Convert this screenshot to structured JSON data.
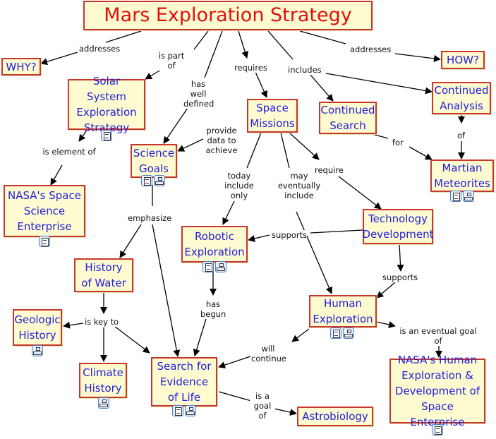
{
  "colors": {
    "node_fill": "#fffbd0",
    "node_border": "#c8372d",
    "node_text": "#1d1de0",
    "title_text": "#e01010"
  },
  "nodes": {
    "title": "Mars Exploration Strategy",
    "why": "WHY?",
    "how": "HOW?",
    "solar": "Solar System Exploration Strategy",
    "missions": "Space Missions",
    "search": "Continued Search",
    "analysis": "Continued Analysis",
    "goals": "Science Goals",
    "nasa_sse": "NASA's Space Science Enterprise",
    "meteorites": "Martian Meteorites",
    "robotic": "Robotic Exploration",
    "tech": "Technology Development",
    "water": "History of Water",
    "human": "Human Exploration",
    "geologic": "Geologic History",
    "climate": "Climate History",
    "life": "Search for Evidence of Life",
    "nasa_hedse": "NASA's Human Exploration & Development of Space Enterprise",
    "astro": "Astrobiology"
  },
  "links": {
    "addresses_why": "addresses",
    "is_part_of": "is part of",
    "has_well_defined": "has well defined",
    "requires": "requires",
    "includes": "includes",
    "addresses_how": "addresses",
    "is_element_of": "is element of",
    "provide_data": "provide data to achieve",
    "for": "for",
    "of": "of",
    "today_include_only": "today include only",
    "may_eventually_include": "may eventually include",
    "require": "require",
    "emphasize": "emphasize",
    "supports_robotic": "supports",
    "supports_human": "supports",
    "has_begun": "has begun",
    "is_key_to": "is key to",
    "will_continue": "will continue",
    "eventual_goal": "is an eventual goal of",
    "goal_of": "is a goal of"
  },
  "icons": {
    "document": "document-icon",
    "submap": "concept-map-icon"
  }
}
